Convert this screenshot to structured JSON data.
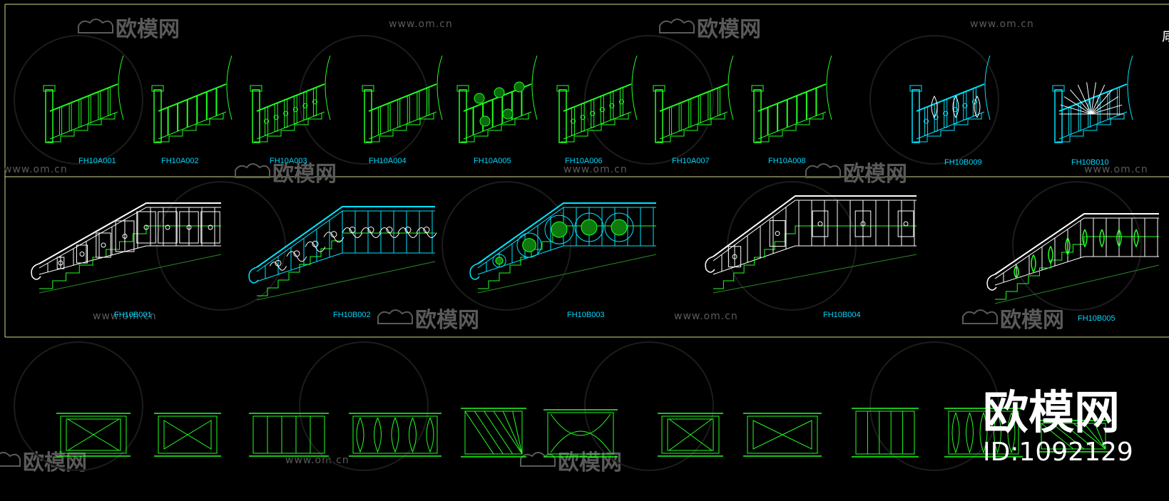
{
  "colors": {
    "background": "#000000",
    "frame": "#d6d68a",
    "green": "#22ff22",
    "cyan": "#00e5ff",
    "white": "#ffffff",
    "label": "#00d8ff",
    "watermark": "#5a5a5a",
    "brand": "#ffffff"
  },
  "watermark": {
    "brand_cn": "欧模网",
    "url": "www.om.cn"
  },
  "corner_glyph": "咸",
  "row1": {
    "labels": [
      "FH10A001",
      "FH10A002",
      "FH10A003",
      "FH10A004",
      "FH10A005",
      "FH10A006",
      "FH10A007",
      "FH10A008",
      "FH10B009",
      "FH10B010"
    ]
  },
  "row2": {
    "labels": [
      "FH10B001",
      "FH10B002",
      "FH10B003",
      "FH10B004",
      "FH10B005"
    ]
  },
  "row3": {
    "panel_count": 11
  },
  "brand_overlay": {
    "title": "欧模网",
    "id": "ID:1092129"
  }
}
